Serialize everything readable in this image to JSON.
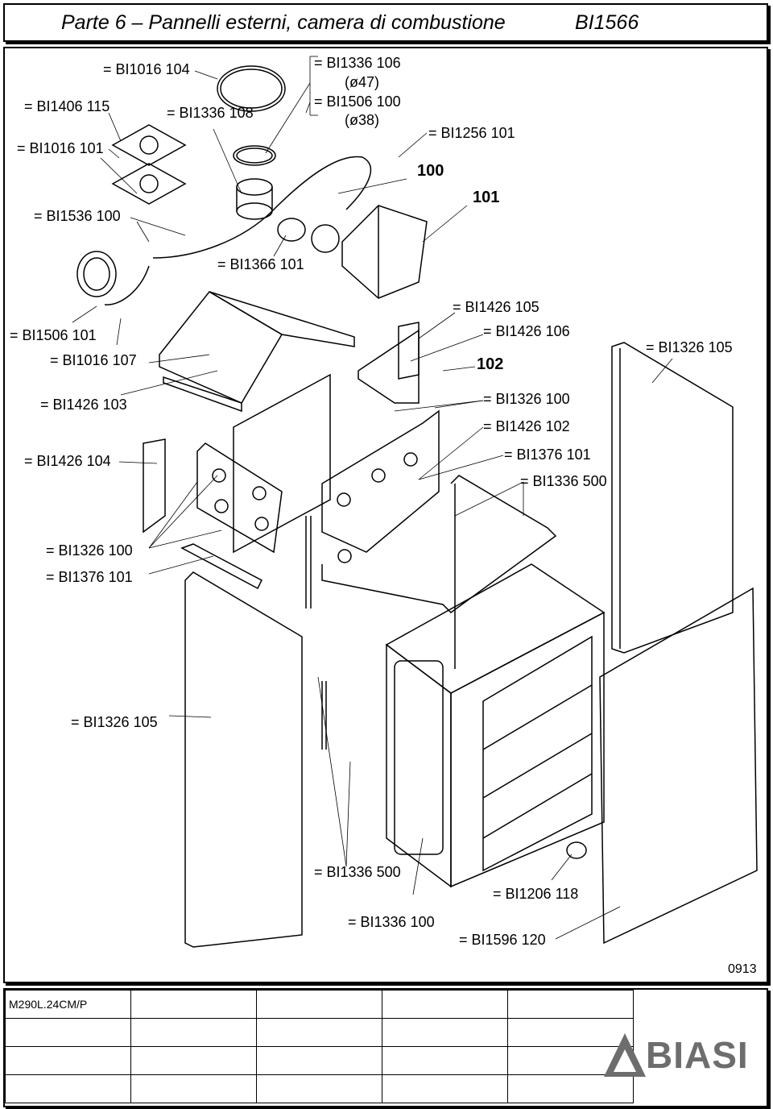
{
  "header": {
    "title": "Parte 6 – Pannelli esterni, camera di combustione",
    "code": "BI1566"
  },
  "labels": [
    "= BI1016 104",
    "= BI1406 115",
    "= BI1336 108",
    "= BI1016 101",
    "= BI1536 100",
    "= BI1336 106",
    "(ø47)",
    "= BI1506 100",
    "(ø38)",
    "= BI1256 101",
    "100",
    "101",
    "= BI1366 101",
    "= BI1506 101",
    "= BI1016 107",
    "= BI1426 105",
    "= BI1426 106",
    "102",
    "= BI1326 105",
    "= BI1426 103",
    "= BI1326 100",
    "= BI1426 102",
    "= BI1376 101",
    "= BI1426 104",
    "= BI1336 500",
    "= BI1326 100",
    "= BI1376 101",
    "= BI1326 105",
    "= BI1336 500",
    "= BI1206 118",
    "= BI1336 100",
    "= BI1596 120"
  ],
  "revision": "0913",
  "footer": {
    "doc_code": "M290L.24CM/P",
    "logo_text": "BIASI"
  }
}
